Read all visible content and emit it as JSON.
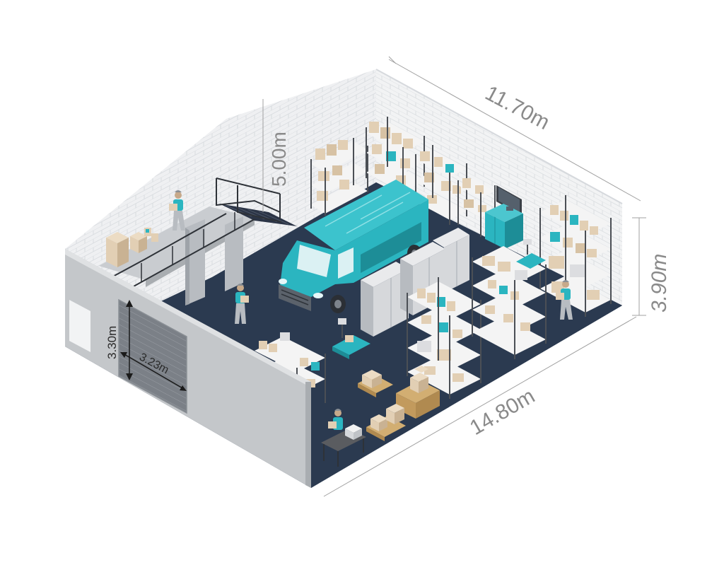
{
  "diagram": {
    "type": "isometric-warehouse-illustration",
    "colors": {
      "floor": "#2b3a50",
      "floor_dark": "#1f2c3f",
      "wall_brick": "#f1f2f3",
      "wall_front": "#c4c7ca",
      "wall_front_dark": "#a9adb1",
      "accent_teal": "#2bb5c0",
      "accent_teal_dark": "#1d8d97",
      "box": "#e2cfb4",
      "box_shadow": "#c9b293",
      "pallet": "#d2ae72",
      "shelf": "#f4f4f4",
      "shelf_post": "#4b4f55",
      "cabinet": "#d6d8db",
      "dimension_line": "#9a9a9a",
      "dimension_text": "#8a8a8a"
    },
    "dimensions": {
      "back_length": "11.70m",
      "front_length": "14.80m",
      "side_wall_height": "3.90m",
      "peak_height": "5.00m",
      "door_height": "3.30m",
      "door_width": "3.23m"
    },
    "elements": [
      "mezzanine-platform",
      "staircase",
      "delivery-van",
      "storage-cabinets",
      "metal-shelving",
      "pallets-with-boxes",
      "packing-table",
      "weighing-scale",
      "wall-monitor",
      "workers",
      "roller-shutter-door"
    ]
  }
}
